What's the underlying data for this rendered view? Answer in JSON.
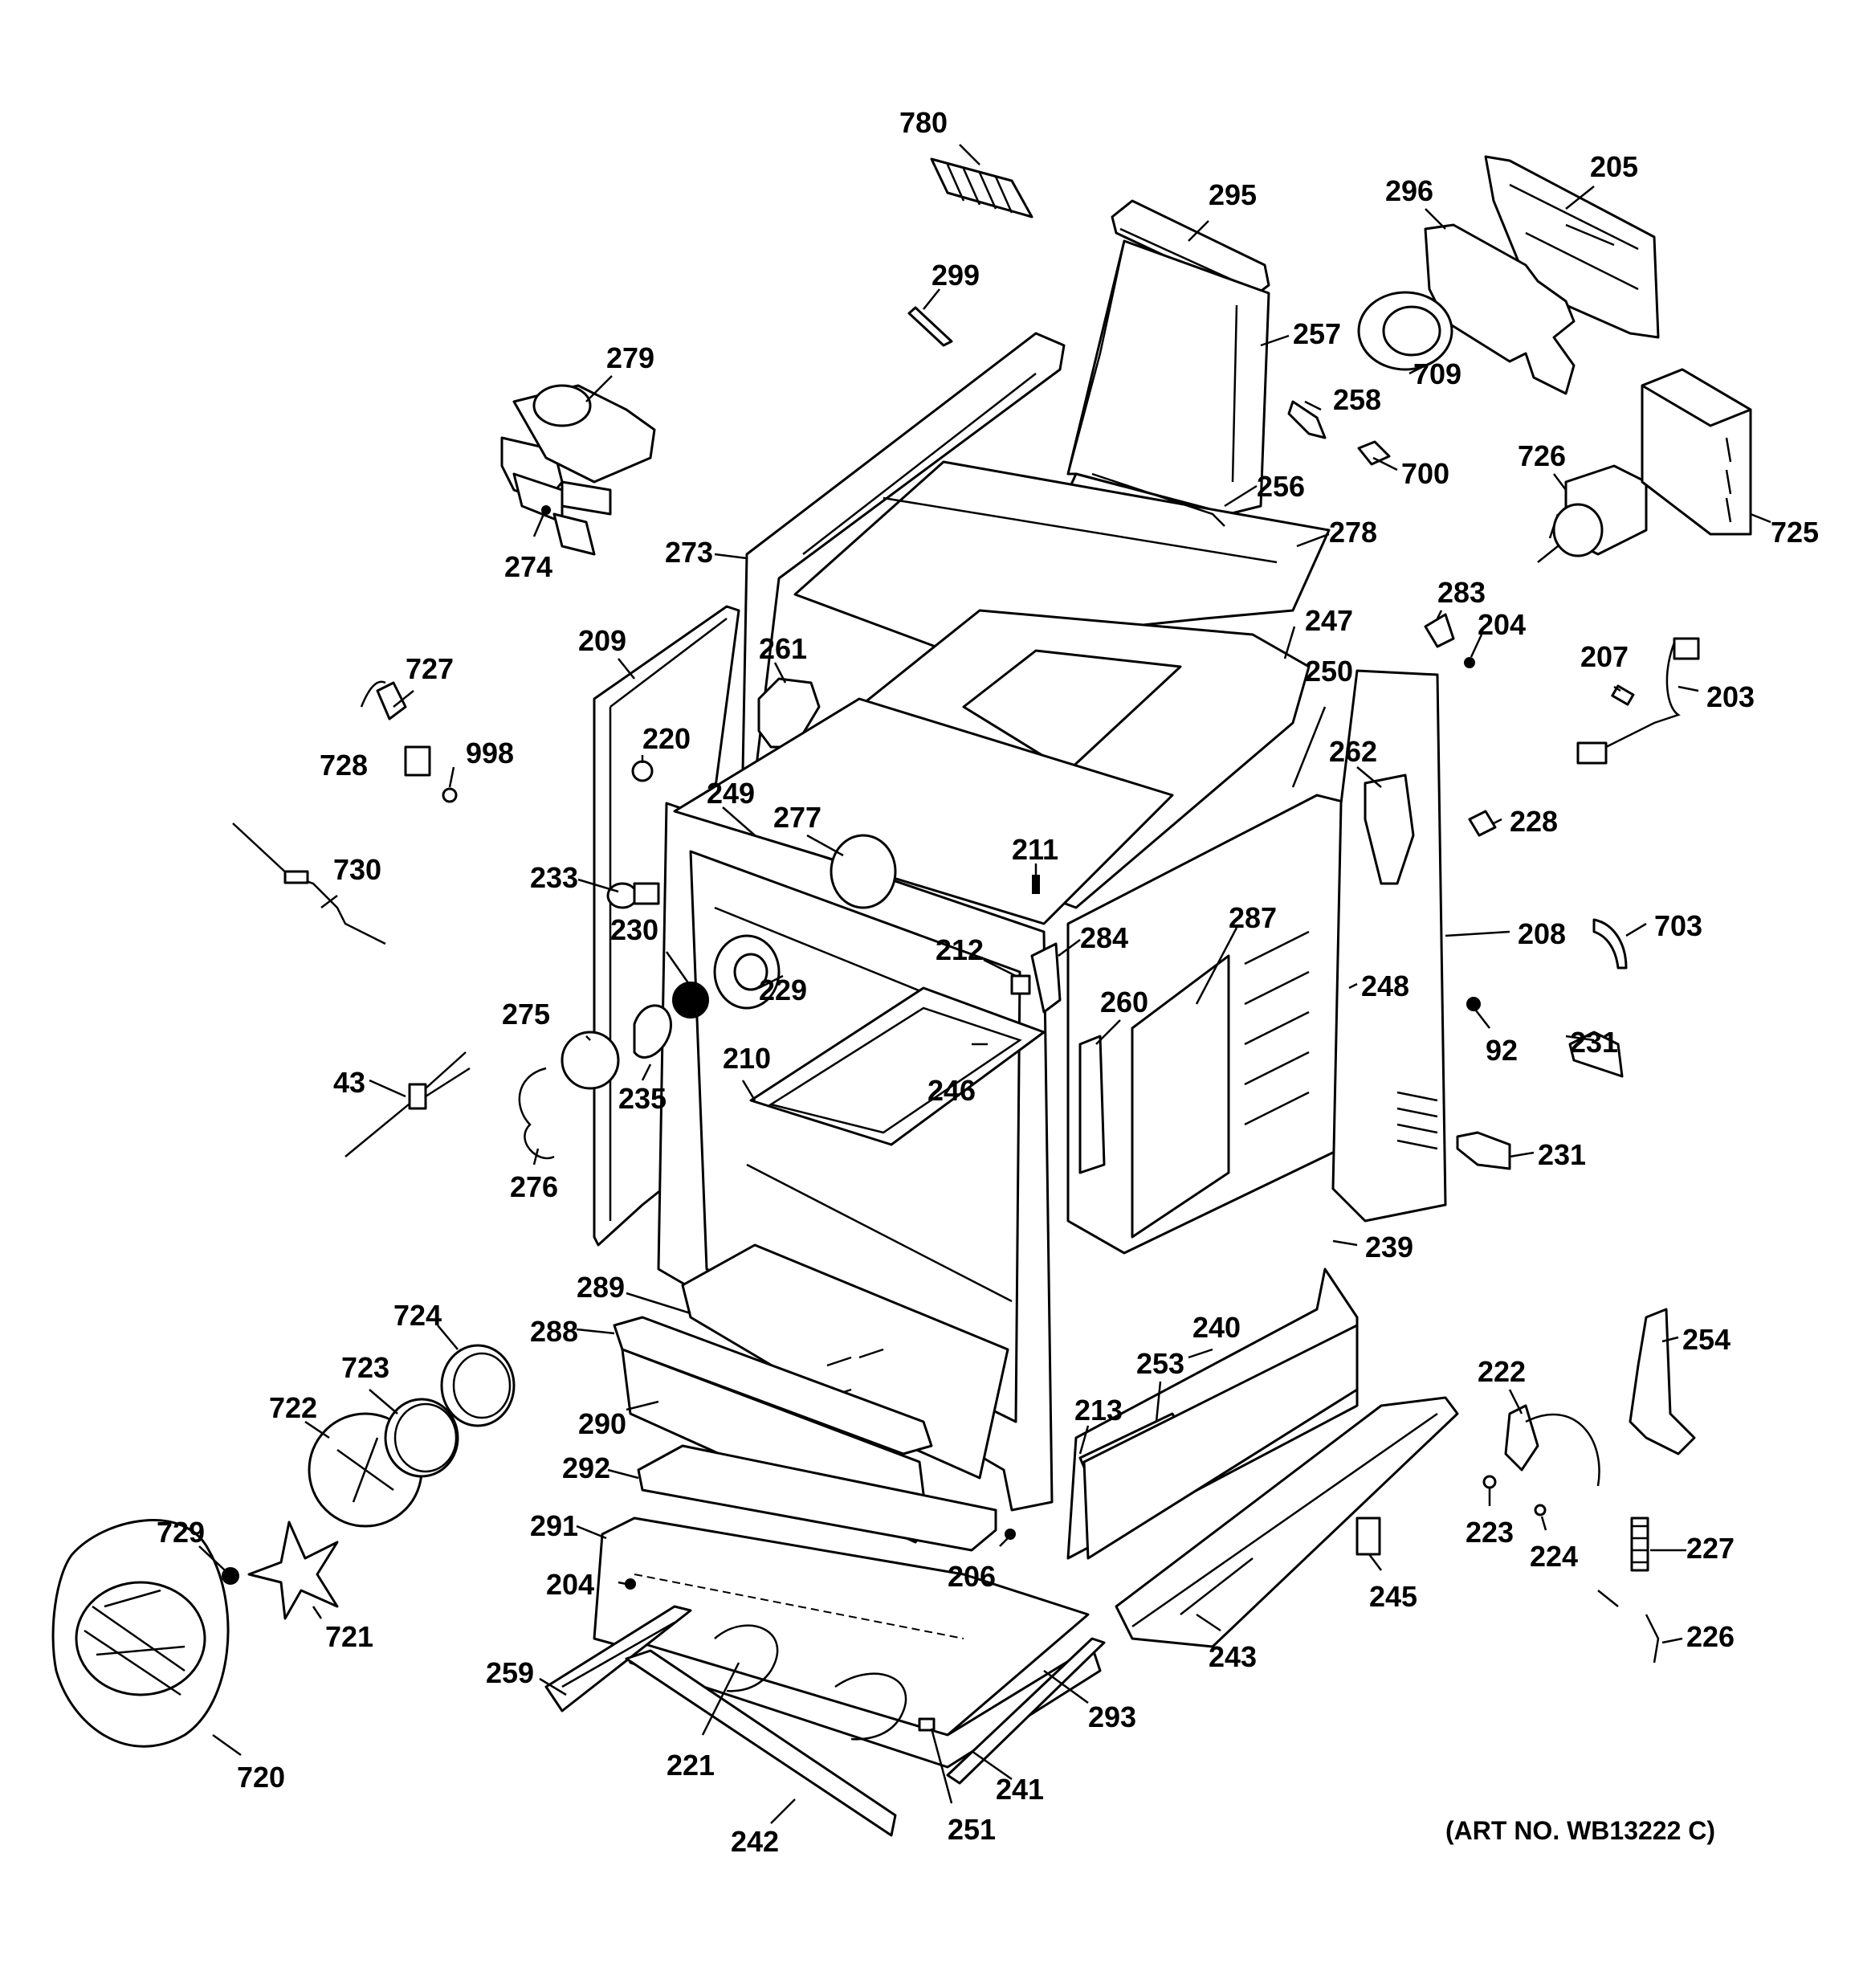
{
  "labels": {
    "l780": "780",
    "l295": "295",
    "l296": "296",
    "l205": "205",
    "l299": "299",
    "l257": "257",
    "l279": "279",
    "l709": "709",
    "l258": "258",
    "l700": "700",
    "l726": "726",
    "l256": "256",
    "l725": "725",
    "l278": "278",
    "l273": "273",
    "l274": "274",
    "l283": "283",
    "l204a": "204",
    "l247": "247",
    "l209": "209",
    "l261": "261",
    "l727": "727",
    "l250": "250",
    "l207": "207",
    "l203": "203",
    "l220": "220",
    "l998": "998",
    "l728": "728",
    "l249": "249",
    "l277": "277",
    "l262": "262",
    "l228": "228",
    "l211": "211",
    "l730": "730",
    "l233": "233",
    "l230": "230",
    "l212": "212",
    "l284": "284",
    "l287": "287",
    "l208": "208",
    "l703": "703",
    "l229": "229",
    "l248": "248",
    "l275": "275",
    "l260": "260",
    "l92": "92",
    "l231a": "231",
    "l43": "43",
    "l210": "210",
    "l246": "246",
    "l235": "235",
    "l231b": "231",
    "l276": "276",
    "l239": "239",
    "l724": "724",
    "l289": "289",
    "l240": "240",
    "l254": "254",
    "l288": "288",
    "l723": "723",
    "l253": "253",
    "l222": "222",
    "l722": "722",
    "l290": "290",
    "l213": "213",
    "l292": "292",
    "l729": "729",
    "l291": "291",
    "l223": "223",
    "l224": "224",
    "l227": "227",
    "l206": "206",
    "l204b": "204",
    "l721": "721",
    "l245": "245",
    "l243": "243",
    "l226": "226",
    "l259": "259",
    "l293": "293",
    "l221": "221",
    "l720": "720",
    "l241": "241",
    "l251": "251",
    "l242": "242"
  },
  "art_number": "(ART NO. WB13222 C)"
}
